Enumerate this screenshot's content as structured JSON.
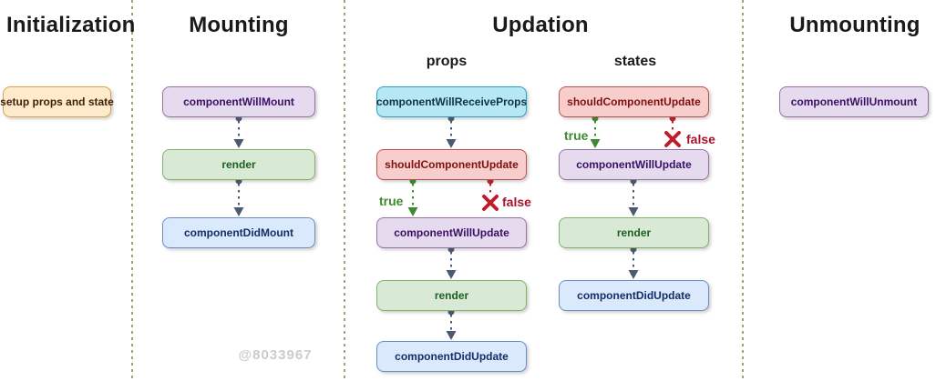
{
  "watermark": "@8033967",
  "colors": {
    "node_orange_fill": "#ffeacb",
    "node_orange_border": "#d9a350",
    "node_purple_fill": "#e6daee",
    "node_purple_border": "#9673a6",
    "node_green_fill": "#d8e9d5",
    "node_green_border": "#82b366",
    "node_blue_fill": "#dbe9fc",
    "node_blue_border": "#6c8ebf",
    "node_cyan_fill": "#b5e7f5",
    "node_cyan_border": "#2e9fc4",
    "node_red_fill": "#f8cecc",
    "node_red_border": "#b85450",
    "arrow_default": "#4a5a70",
    "arrow_true": "#3e8a30",
    "arrow_false": "#bf1d2c",
    "separator": "#94a77c",
    "watermark_gray": "#cccccc"
  },
  "columns": {
    "initialization": {
      "title": "Initialization",
      "nodes": [
        {
          "label": "setup props and state",
          "style": "orange"
        }
      ]
    },
    "mounting": {
      "title": "Mounting",
      "nodes": [
        {
          "label": "componentWillMount",
          "style": "purple"
        },
        {
          "label": "render",
          "style": "green"
        },
        {
          "label": "componentDidMount",
          "style": "blue"
        }
      ]
    },
    "updation": {
      "title": "Updation",
      "props": {
        "label": "props",
        "true_label": "true",
        "false_label": "false",
        "nodes": [
          {
            "label": "componentWillReceiveProps",
            "style": "cyan"
          },
          {
            "label": "shouldComponentUpdate",
            "style": "red"
          },
          {
            "label": "componentWillUpdate",
            "style": "purple"
          },
          {
            "label": "render",
            "style": "green"
          },
          {
            "label": "componentDidUpdate",
            "style": "blue"
          }
        ]
      },
      "states": {
        "label": "states",
        "true_label": "true",
        "false_label": "false",
        "nodes": [
          {
            "label": "shouldComponentUpdate",
            "style": "red"
          },
          {
            "label": "componentWillUpdate",
            "style": "purple"
          },
          {
            "label": "render",
            "style": "green"
          },
          {
            "label": "componentDidUpdate",
            "style": "blue"
          }
        ]
      }
    },
    "unmounting": {
      "title": "Unmounting",
      "nodes": [
        {
          "label": "componentWillUnmount",
          "style": "purple"
        }
      ]
    }
  }
}
